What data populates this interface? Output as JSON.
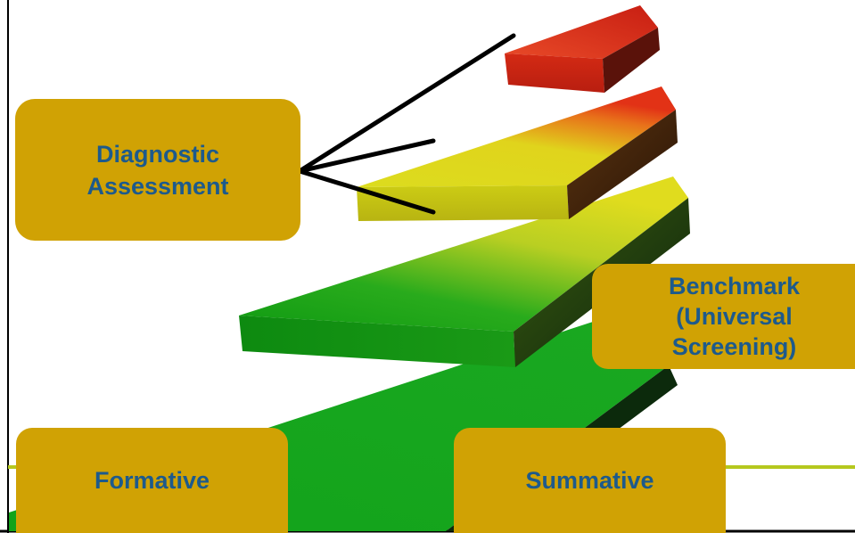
{
  "colors": {
    "label_fill": "#d0a204",
    "label_text": "#1d5a8c",
    "frame": "#000000",
    "horizon_line": "#b5c81e",
    "step_green": "#1faa1e",
    "step_yellow": "#dcd81c",
    "step_red": "#e23216"
  },
  "labels": {
    "diagnostic": {
      "line1": "Diagnostic",
      "line2": "Assessment"
    },
    "benchmark": {
      "line1": "Benchmark",
      "line2": "(Universal",
      "line3": "Screening)"
    },
    "formative": "Formative",
    "summative": "Summative"
  }
}
